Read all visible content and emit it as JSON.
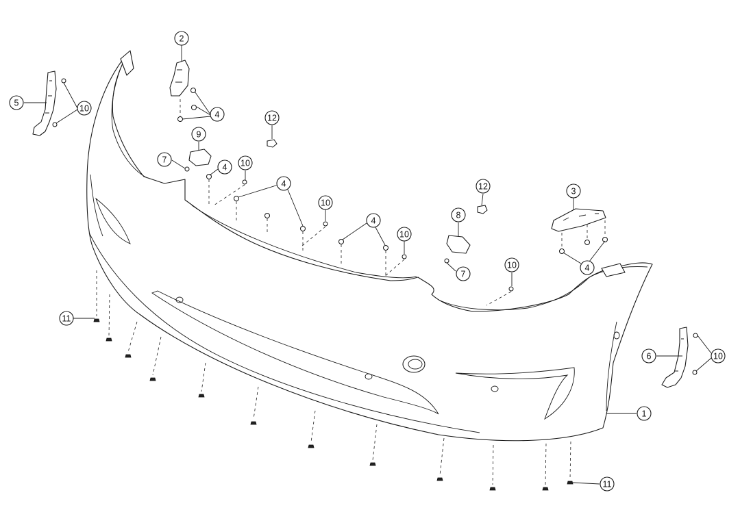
{
  "callouts": [
    {
      "id": "c1",
      "label": "1"
    },
    {
      "id": "c2",
      "label": "2"
    },
    {
      "id": "c3",
      "label": "3"
    },
    {
      "id": "c4a",
      "label": "4"
    },
    {
      "id": "c4b",
      "label": "4"
    },
    {
      "id": "c4c",
      "label": "4"
    },
    {
      "id": "c4d",
      "label": "4"
    },
    {
      "id": "c4e",
      "label": "4"
    },
    {
      "id": "c5",
      "label": "5"
    },
    {
      "id": "c6",
      "label": "6"
    },
    {
      "id": "c7a",
      "label": "7"
    },
    {
      "id": "c7b",
      "label": "7"
    },
    {
      "id": "c8",
      "label": "8"
    },
    {
      "id": "c9",
      "label": "9"
    },
    {
      "id": "c10a",
      "label": "10"
    },
    {
      "id": "c10b",
      "label": "10"
    },
    {
      "id": "c10c",
      "label": "10"
    },
    {
      "id": "c10d",
      "label": "10"
    },
    {
      "id": "c10e",
      "label": "10"
    },
    {
      "id": "c10f",
      "label": "10"
    },
    {
      "id": "c11a",
      "label": "11"
    },
    {
      "id": "c11b",
      "label": "11"
    },
    {
      "id": "c12a",
      "label": "12"
    },
    {
      "id": "c12b",
      "label": "12"
    }
  ],
  "colors": {
    "line": "#1a1a1a",
    "background": "#ffffff"
  }
}
